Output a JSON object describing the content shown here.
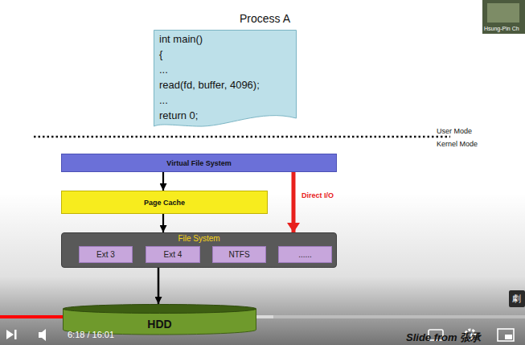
{
  "diagram": {
    "nodes": [
      {
        "text": [
          "Process A",
          "int main()",
          "{",
          "...",
          "read(fd, buffer, 4096);",
          "...",
          "return 0;"
        ]
      },
      {
        "text": [
          "Virtual File System"
        ]
      },
      {
        "text": [
          "Page Cache"
        ]
      },
      {
        "text": [
          "File System"
        ]
      },
      {
        "text": [
          "Ext 3"
        ],
        "in": 3
      },
      {
        "text": [
          "Ext 4"
        ],
        "in": 3
      },
      {
        "text": [
          "NTFS"
        ],
        "in": 3
      },
      {
        "text": [
          "......"
        ],
        "in": 3
      },
      {
        "text": [
          "HDD"
        ]
      }
    ],
    "edges": [
      {
        "from": 1,
        "to": 2,
        "arrow": "to"
      },
      {
        "from": 2,
        "to": 3,
        "arrow": "to"
      },
      {
        "from": 1,
        "to": 3,
        "label": "Direct I/O",
        "arrow": "to"
      },
      {
        "from": 3,
        "to": 8,
        "arrow": "to"
      }
    ],
    "labels": [
      "User Mode",
      "Kernel Mode",
      "6:18 / 16:01",
      "Hsung-Pin Ch",
      "劇",
      "Slide from 張承"
    ]
  }
}
